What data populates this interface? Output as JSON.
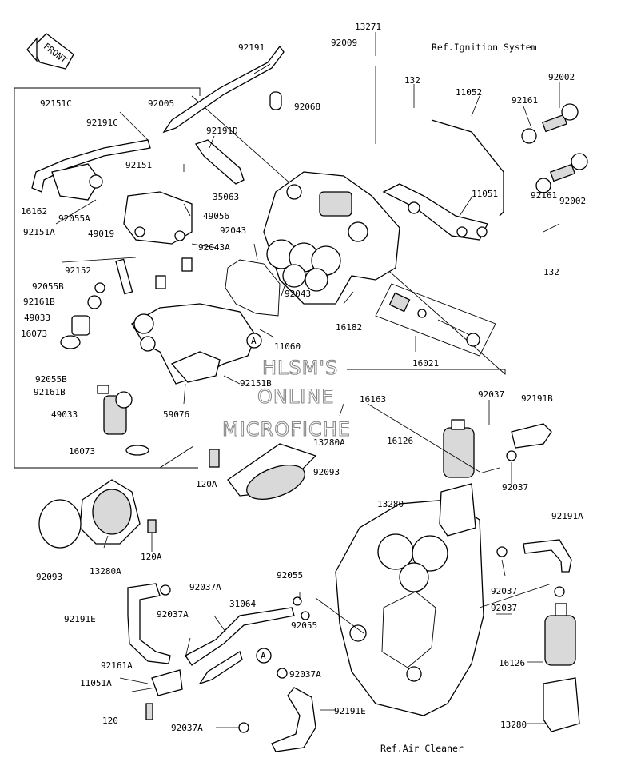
{
  "front_badge": "FRONT",
  "watermark": [
    "HLSM'S",
    "ONLINE",
    "MICROFICHE"
  ],
  "references": {
    "ignition": "Ref.Ignition System",
    "air_cleaner": "Ref.Air Cleaner"
  },
  "callout_marker": "A",
  "part_labels": [
    "13271",
    "92009",
    "92191",
    "92151C",
    "92005",
    "92191C",
    "92068",
    "132",
    "11052",
    "92002",
    "92161",
    "92191D",
    "92151",
    "35063",
    "16162",
    "92055A",
    "49019",
    "49056",
    "92151A",
    "92043",
    "92043A",
    "11051",
    "92152",
    "92055B",
    "92161B",
    "49033",
    "16073",
    "92043",
    "16182",
    "11060",
    "16021",
    "92055B",
    "92161B",
    "92151B",
    "16163",
    "49033",
    "59076",
    "92037",
    "92191B",
    "16126",
    "16073",
    "13280A",
    "92093",
    "120A",
    "13280",
    "92037",
    "92191A",
    "92093",
    "13280A",
    "120A",
    "92055",
    "92037A",
    "31064",
    "92191E",
    "92037A",
    "92055",
    "92037",
    "92037",
    "92161A",
    "16126",
    "11051A",
    "92037A",
    "120",
    "92191E",
    "92037A",
    "13280",
    "92161",
    "92002",
    "132"
  ]
}
